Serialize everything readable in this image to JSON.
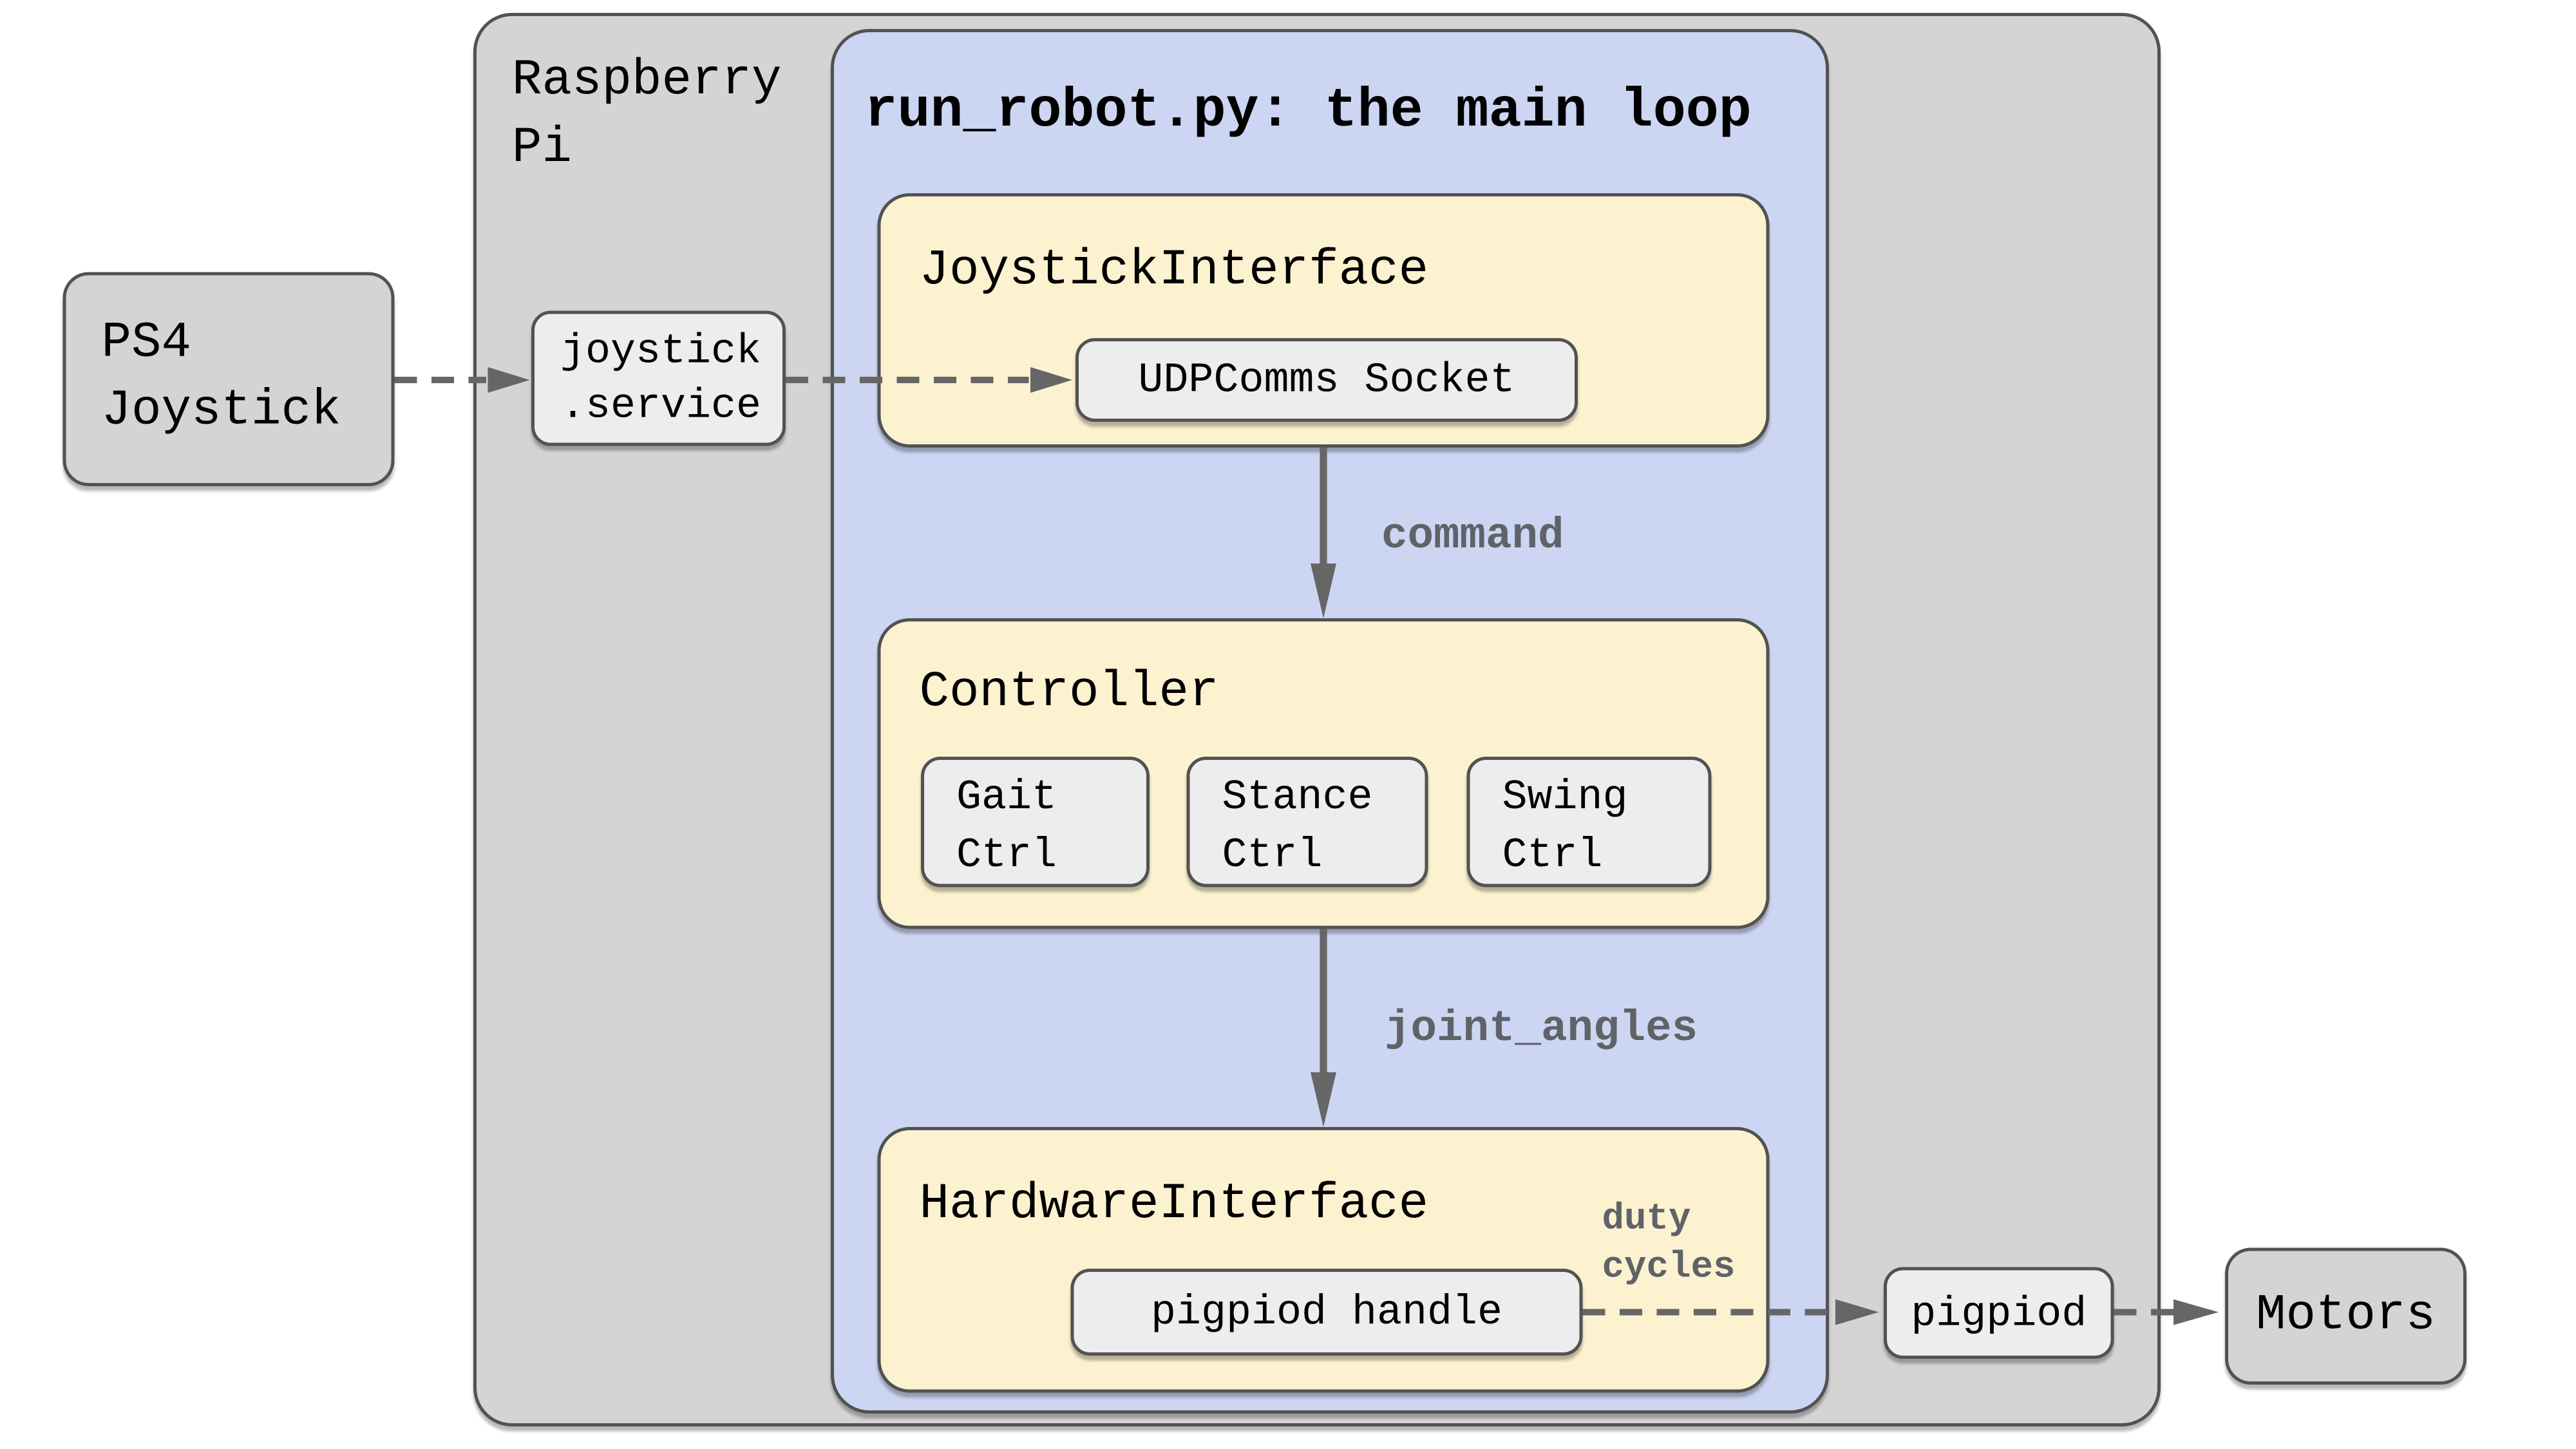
{
  "colors": {
    "canvas-bg": "#ffffff",
    "outer-fill": "#d4d4d4",
    "blue-fill": "#ccd6f3",
    "yellow-fill": "#fcf2cf",
    "lightbox-fill": "#ededed",
    "node-fill": "#d4d4d4",
    "border": "#525252",
    "arrow": "#666666",
    "label-gray": "#5f6368",
    "text": "#000000"
  },
  "nodes": {
    "raspberry_pi": {
      "label": "Raspberry\nPi"
    },
    "main_loop": {
      "title": "run_robot.py: the main loop"
    },
    "ps4_joystick": {
      "label": "PS4\nJoystick"
    },
    "joystick_service": {
      "label": "joystick\n.service"
    },
    "joystick_interface": {
      "title": "JoystickInterface",
      "socket": "UDPComms Socket"
    },
    "controller": {
      "title": "Controller",
      "gait": "Gait\nCtrl",
      "stance": "Stance\nCtrl",
      "swing": "Swing\nCtrl"
    },
    "hardware_interface": {
      "title": "HardwareInterface",
      "handle": "pigpiod handle"
    },
    "pigpiod": {
      "label": "pigpiod"
    },
    "motors": {
      "label": "Motors"
    }
  },
  "edges": {
    "command": "command",
    "joint_angles": "joint_angles",
    "duty_cycles": "duty\ncycles"
  }
}
